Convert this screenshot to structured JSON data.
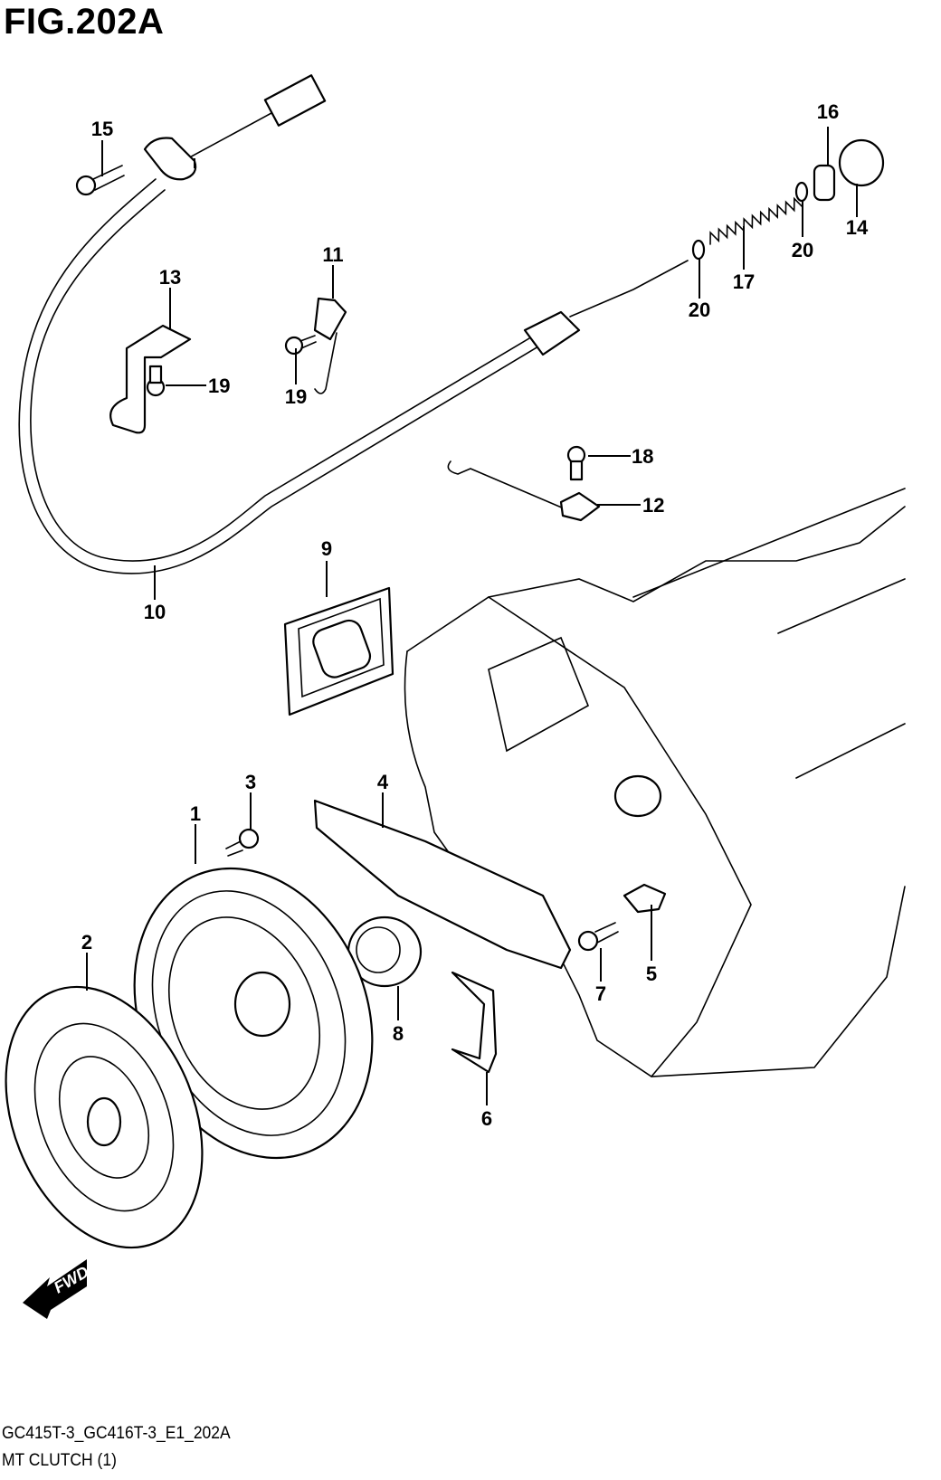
{
  "figure": {
    "title": "FIG.202A",
    "code": "GC415T-3_GC416T-3_E1_202A",
    "name": "MT CLUTCH (1)"
  },
  "direction_indicator": {
    "icon": "fwd-arrow-icon",
    "label": "FWD"
  },
  "callouts": [
    {
      "id": "1",
      "label": "1",
      "part": "clutch-cover"
    },
    {
      "id": "2",
      "label": "2",
      "part": "clutch-disc"
    },
    {
      "id": "3",
      "label": "3",
      "part": "bolt"
    },
    {
      "id": "4",
      "label": "4",
      "part": "release-fork"
    },
    {
      "id": "5",
      "label": "5",
      "part": "fork-pivot-clip"
    },
    {
      "id": "6",
      "label": "6",
      "part": "plate"
    },
    {
      "id": "7",
      "label": "7",
      "part": "pivot-bolt"
    },
    {
      "id": "8",
      "label": "8",
      "part": "release-bearing"
    },
    {
      "id": "9",
      "label": "9",
      "part": "boot"
    },
    {
      "id": "10",
      "label": "10",
      "part": "clutch-cable"
    },
    {
      "id": "11",
      "label": "11",
      "part": "cable-clamp"
    },
    {
      "id": "12",
      "label": "12",
      "part": "cable-bracket"
    },
    {
      "id": "13",
      "label": "13",
      "part": "cable-clamp-bracket"
    },
    {
      "id": "14",
      "label": "14",
      "part": "cable-end-cushion"
    },
    {
      "id": "15",
      "label": "15",
      "part": "bolt"
    },
    {
      "id": "16",
      "label": "16",
      "part": "cable-end-nut"
    },
    {
      "id": "17",
      "label": "17",
      "part": "spring"
    },
    {
      "id": "18",
      "label": "18",
      "part": "bolt"
    },
    {
      "id": "19a",
      "label": "19",
      "part": "bolt"
    },
    {
      "id": "19b",
      "label": "19",
      "part": "bolt"
    },
    {
      "id": "20a",
      "label": "20",
      "part": "washer"
    },
    {
      "id": "20b",
      "label": "20",
      "part": "washer"
    }
  ]
}
